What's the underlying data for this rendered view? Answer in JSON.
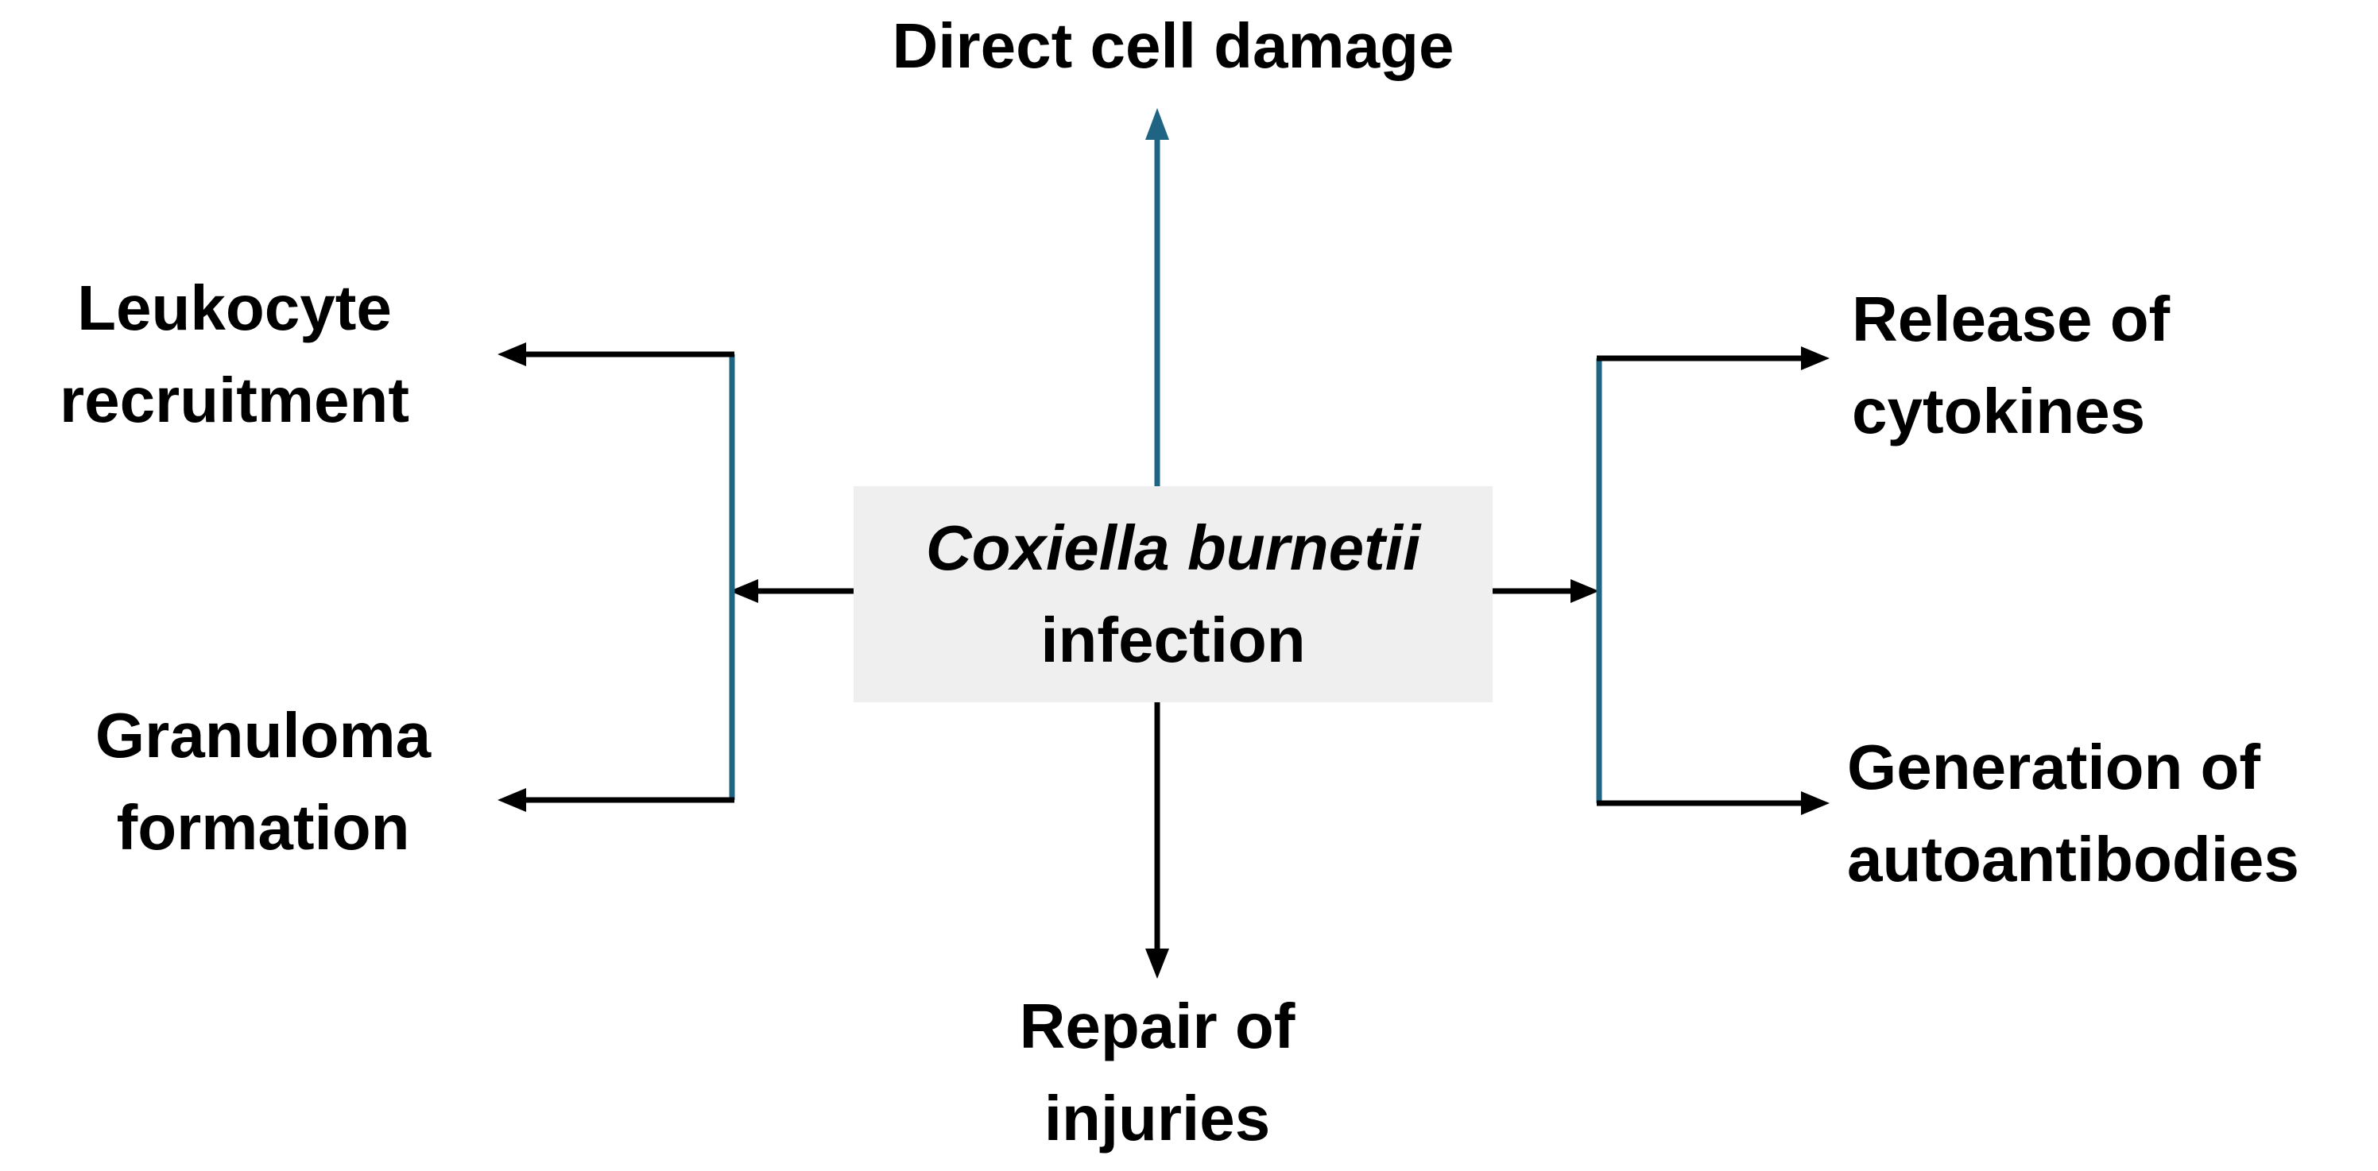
{
  "center": {
    "line1": "Coxiella burnetii",
    "line2": "infection",
    "fill": "#efefef"
  },
  "outcomes": {
    "top": [
      "Direct cell damage"
    ],
    "left_top": [
      "Leukocyte",
      "recruitment"
    ],
    "left_bottom": [
      "Granuloma",
      "formation"
    ],
    "right_top": [
      "Release of",
      "cytokines"
    ],
    "right_bottom": [
      "Generation of",
      "autoantibodies"
    ],
    "bottom": [
      "Repair of",
      "injuries"
    ]
  },
  "colors": {
    "blue_connector": "#1f6483",
    "black_connector": "#000000",
    "background": "#ffffff"
  }
}
